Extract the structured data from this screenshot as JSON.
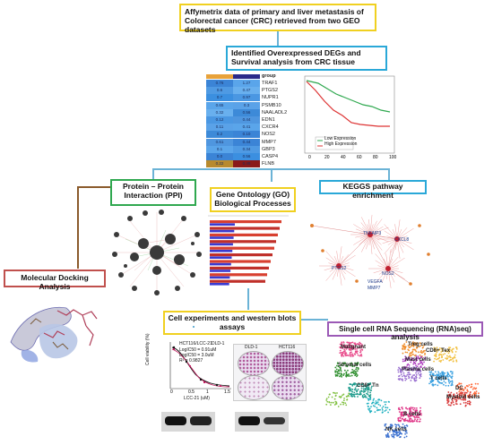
{
  "title_box": {
    "text": "Affymetrix data of primary and liver metastasis of Colorectal cancer (CRC) retrieved from two GEO datasets"
  },
  "degs_box": {
    "text": "Identified Overexpressed DEGs and Survival analysis from CRC tissue"
  },
  "heatmap": {
    "header": "group",
    "genes": [
      "TRAF1",
      "PTGS2",
      "NUPR1",
      "PSMB10",
      "NAALADL2",
      "EDN1",
      "CXCR4",
      "NOS2",
      "MMP7",
      "GBP3",
      "CASP4",
      "FLNB"
    ],
    "values_left": [
      "0.76",
      "0.6",
      "0.7",
      "0.65",
      "0.32",
      "0.12",
      "0.11",
      "0.2",
      "0.61",
      "0.1",
      "0.0",
      "0.22"
    ],
    "values_right": [
      "1.27",
      "0.47",
      "0.97",
      "0.3",
      "0.56",
      "0.44",
      "0.41",
      "0.10",
      "0.44",
      "0.34",
      "0.56",
      "0.49"
    ]
  },
  "survival": {
    "legend_low": "Low Expression",
    "legend_high": "High Expression",
    "x_ticks": [
      "0",
      "20",
      "40",
      "60",
      "80",
      "100"
    ]
  },
  "ppi_box": {
    "text": "Protein – Protein Interaction (PPI)"
  },
  "go_box": {
    "text": "Gene Ontology (GO) Biological Processes"
  },
  "kegg_box": {
    "text": "KEGGS pathway enrichment"
  },
  "docking_box": {
    "text": "Molecular Docking Analysis"
  },
  "cell_box": {
    "text": "Cell experiments  and western blots assays"
  },
  "scrna_box": {
    "text": "Single cell RNA Sequencing (RNA)seq) analysis"
  },
  "viability_plot": {
    "ylabel": "Cell viability (%)",
    "xlabel": "LCC-21 (uM)",
    "legend_a": "HCT116/LCC-21",
    "legend_b": "DLD-1",
    "stats_a": "LogIC50 = 0.91uM",
    "stats_b": "LogIC50 = 3.0uM",
    "r2": "R² = 0.9827",
    "x_ticks": [
      "0",
      "0.5",
      "1",
      "1.5"
    ]
  },
  "colony_labels": {
    "left": "DLD-1",
    "right": "HCT116"
  },
  "cell_types": [
    "Malignant",
    "Treg cells",
    "CD8+ Tex",
    "Mast cells",
    "Stromal cells",
    "Plasma cells",
    "T cells",
    "CD8+ Tn",
    "DC",
    "Myeloid cells",
    "B cells",
    "NK cells"
  ],
  "kegg_labels": [
    "TNFAIP3",
    "CXCL8",
    "PTGS2",
    "NOS2",
    "VEGFA",
    "MMP7"
  ],
  "colors": {
    "title_border": "#f0d020",
    "degs_border": "#2aa8d8",
    "ppi_border": "#2fa84f",
    "go_border": "#f0d020",
    "kegg_border": "#2aa8d8",
    "docking_border": "#c0504d",
    "cell_border": "#f0d020",
    "scrna_border": "#9b59b6",
    "connector": "#6bb3d6"
  }
}
